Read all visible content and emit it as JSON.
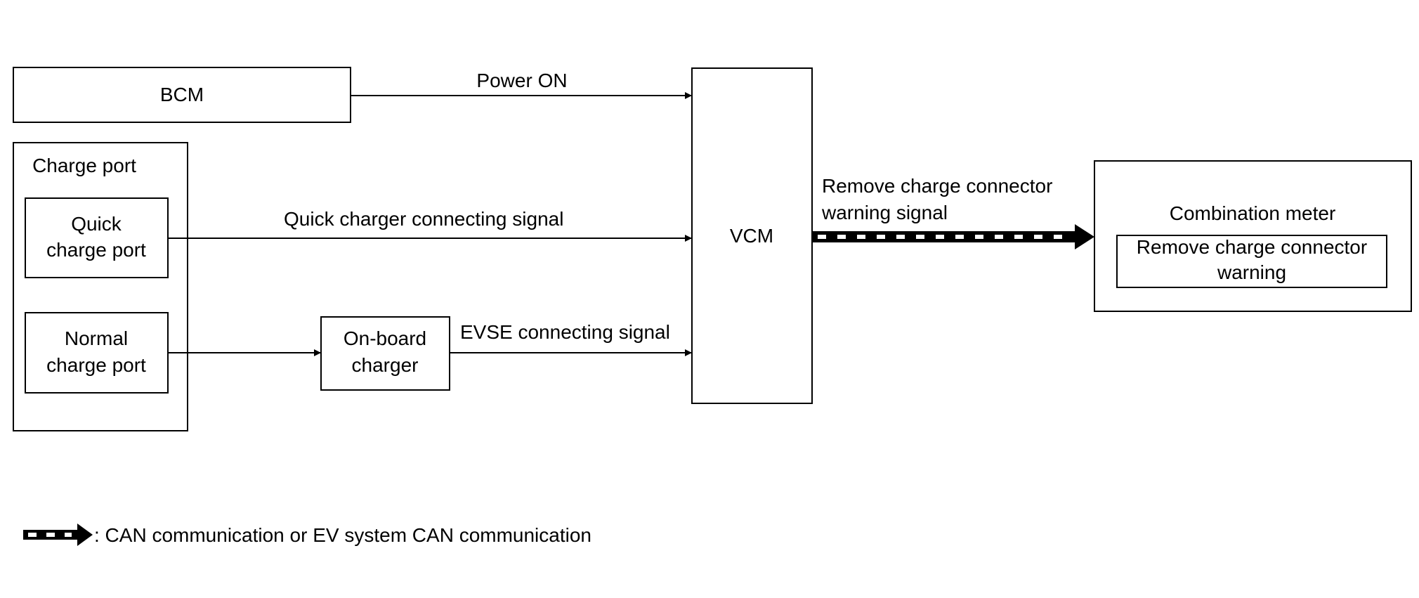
{
  "blocks": {
    "bcm": "BCM",
    "charge_port": "Charge port",
    "quick_port_l1": "Quick",
    "quick_port_l2": "charge port",
    "normal_port_l1": "Normal",
    "normal_port_l2": "charge port",
    "obc_l1": "On-board",
    "obc_l2": "charger",
    "vcm": "VCM",
    "meter": "Combination meter",
    "meter_warn_l1": "Remove charge connector",
    "meter_warn_l2": "warning"
  },
  "signals": {
    "power_on": "Power ON",
    "quick_signal": "Quick charger connecting signal",
    "evse_signal": "EVSE connecting signal",
    "warn_signal_l1": "Remove charge connector",
    "warn_signal_l2": "warning signal"
  },
  "legend": {
    "text": ": CAN communication or EV system CAN communication"
  }
}
